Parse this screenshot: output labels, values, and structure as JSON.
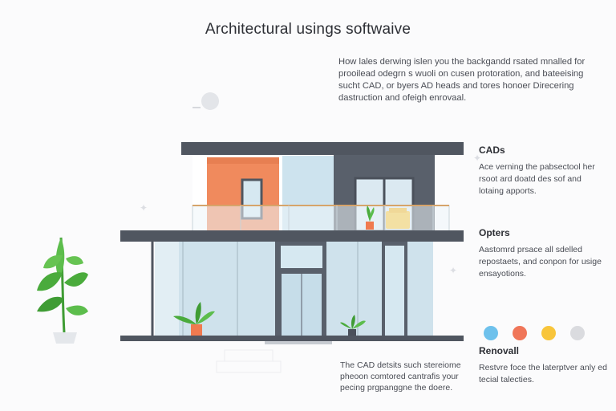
{
  "title": "Architectural usings softwaive",
  "intro_text": "How lales derwing islen you the backgandd rsated mnalled for prooilead odegrn s wuoli on cusen protoration, and bateeising sucht CAD, or byers AD heads and tores honoer Direcering dastruction and ofeigh enrovaal.",
  "features": [
    {
      "title": "CADs",
      "text": "Ace verning the pabsectool her rsoot ard doatd des sof and lotaing apports."
    },
    {
      "title": "Opters",
      "text": "Aastomrd prsace all sdelled repostaets, and conpon for usige ensayotions."
    },
    {
      "title": "Renovall",
      "text": "Restvre foce the laterptver anly ed tecial talecties."
    }
  ],
  "caption": "The CAD detsits such stereiome pheoon comtored cantrafis your pecing prgpanggne the doere.",
  "palette": [
    "#6ec1ec",
    "#f07659",
    "#f8c53b",
    "#dadbdf"
  ],
  "colors": {
    "roof": "#505660",
    "accent_orange": "#f08a5d",
    "glass": "#cde3ee",
    "plant": "#4aab3c",
    "pot": "#f07a4f"
  }
}
